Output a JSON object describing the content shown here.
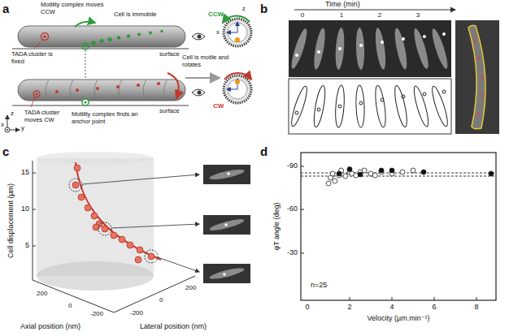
{
  "diagram": {
    "labels": [
      "a",
      "Motility complex moves CCW",
      "Cell is immobile",
      "TADA cluster is fixed",
      "surface",
      "z",
      "x",
      "y",
      "CCW",
      "z",
      "x",
      "TADA cluster moves CW",
      "Motility complex finds an anchor point",
      "surface",
      "Cell is motile and rotates",
      "CW",
      "b",
      "Time (min)",
      "0",
      "1",
      "2",
      "3",
      "c",
      "Cell displacement (µm)",
      "15",
      "10",
      "5",
      "Axial position (nm)",
      "200",
      "0",
      "-200",
      "Lateral position (nm)",
      "200",
      "0",
      "-200",
      "d",
      "φT angle (deg)",
      "-90",
      "-60",
      "-30",
      "0",
      "2",
      "4",
      "6",
      "8",
      "Velocity (µm.min⁻¹)",
      "n=25"
    ]
  }
}
